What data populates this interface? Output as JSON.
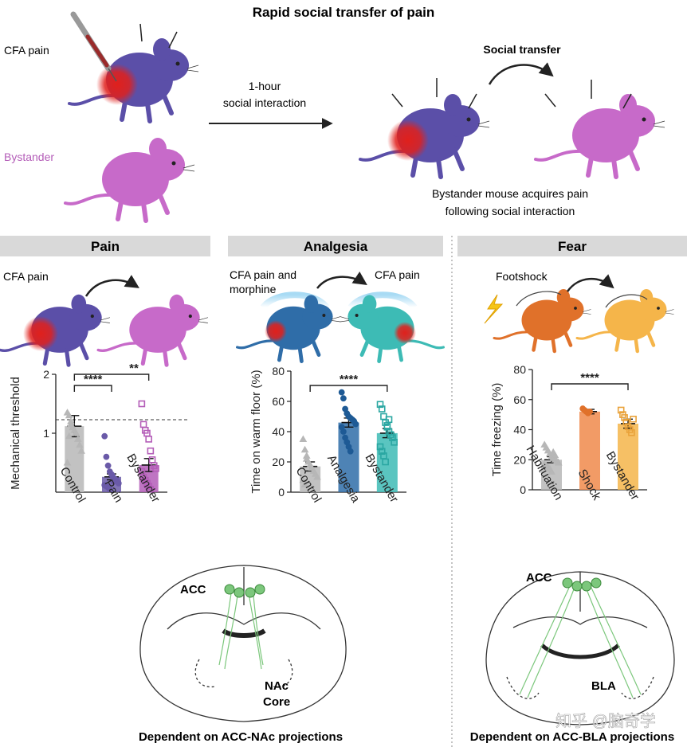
{
  "title": "Rapid social transfer of pain",
  "top": {
    "cfa_label": "CFA pain",
    "bystander_label": "Bystander",
    "interaction_line1": "1-hour",
    "interaction_line2": "social interaction",
    "social_transfer": "Social transfer",
    "caption_line1": "Bystander mouse acquires pain",
    "caption_line2": "following social interaction"
  },
  "panels": {
    "pain": {
      "header": "Pain",
      "mouse_label": "CFA pain"
    },
    "analgesia": {
      "header": "Analgesia",
      "left_label_line1": "CFA pain and",
      "left_label_line2": "morphine",
      "right_label": "CFA pain"
    },
    "fear": {
      "header": "Fear",
      "mouse_label": "Footshock"
    }
  },
  "brains": {
    "left": {
      "acc": "ACC",
      "nac_line1": "NAc",
      "nac_line2": "Core",
      "caption": "Dependent on ACC-NAc projections"
    },
    "right": {
      "acc": "ACC",
      "bla": "BLA",
      "caption": "Dependent on ACC-BLA projections"
    }
  },
  "watermark": "知乎 @脑奇学",
  "colors": {
    "cfa_mouse": "#5b4fa8",
    "bystander_mouse": "#c76ac9",
    "inflammation": "#e0201c",
    "control": "#b7b7b7",
    "pain": "#6a5aa8",
    "bystander": "#b45db8",
    "analgesia": "#2f6da8",
    "analgesia_bystander": "#3dbbb5",
    "shock": "#f08a4b",
    "fear_bystander": "#f5b54a",
    "header_bg": "#d9d9d9",
    "neuron": "#7cc77c"
  },
  "chart_data": [
    {
      "type": "bar",
      "panel": "Pain",
      "ylabel": "Mechanical threshold",
      "categories": [
        "Control",
        "Pain",
        "Bystander"
      ],
      "values": [
        1.12,
        0.26,
        0.46
      ],
      "errors": [
        0.18,
        0.05,
        0.11
      ],
      "ylim": [
        0,
        2
      ],
      "yticks": [
        1,
        2
      ],
      "reference_line": 1.23,
      "significance": [
        {
          "from": 0,
          "to": 1,
          "label": "****"
        },
        {
          "from": 0,
          "to": 2,
          "label": "**"
        }
      ],
      "points": [
        [
          1.35,
          1.3,
          1.2,
          1.1,
          1.05,
          1.0,
          0.9,
          0.8,
          0.7,
          0.5,
          0.95,
          1.15
        ],
        [
          0.95,
          0.6,
          0.45,
          0.35,
          0.3,
          0.25,
          0.22,
          0.2,
          0.15,
          0.12,
          0.1,
          0.08,
          0.05,
          0.3,
          0.18
        ],
        [
          1.5,
          1.15,
          1.05,
          1.0,
          0.9,
          0.7,
          0.55,
          0.45,
          0.4,
          0.35,
          0.25,
          0.2,
          0.15,
          0.1,
          0.05
        ]
      ]
    },
    {
      "type": "bar",
      "panel": "Analgesia",
      "ylabel": "Time on warm floor (%)",
      "categories": [
        "Control",
        "Analgesia",
        "Bystander"
      ],
      "values": [
        17,
        46,
        39
      ],
      "errors": [
        3,
        3,
        3
      ],
      "ylim": [
        0,
        80
      ],
      "yticks": [
        0,
        20,
        40,
        60,
        80
      ],
      "significance": [
        {
          "from": 0,
          "to": 2,
          "label": "****"
        }
      ],
      "points": [
        [
          35,
          28,
          24,
          20,
          18,
          16,
          14,
          12,
          10,
          8,
          5,
          22
        ],
        [
          66,
          62,
          55,
          52,
          50,
          49,
          48,
          47,
          45,
          43,
          40,
          36,
          33,
          30,
          27
        ],
        [
          58,
          55,
          50,
          46,
          43,
          40,
          38,
          36,
          33,
          30,
          27,
          24,
          20,
          44,
          48
        ]
      ]
    },
    {
      "type": "bar",
      "panel": "Fear",
      "ylabel": "Time freezing (%)",
      "categories": [
        "Habituation",
        "Shock",
        "Bystander"
      ],
      "values": [
        20,
        52,
        44
      ],
      "errors": [
        2,
        1.5,
        3
      ],
      "ylim": [
        0,
        80
      ],
      "yticks": [
        0,
        20,
        40,
        60,
        80
      ],
      "significance": [
        {
          "from": 0,
          "to": 2,
          "label": "****"
        }
      ],
      "points": [
        [
          30,
          28,
          26,
          24,
          22,
          21,
          20,
          19,
          18,
          17,
          16,
          15,
          14,
          12,
          25,
          23
        ],
        [
          54,
          53,
          52,
          51,
          52
        ],
        [
          53,
          50,
          48,
          45,
          42,
          40,
          38,
          47
        ]
      ]
    }
  ]
}
